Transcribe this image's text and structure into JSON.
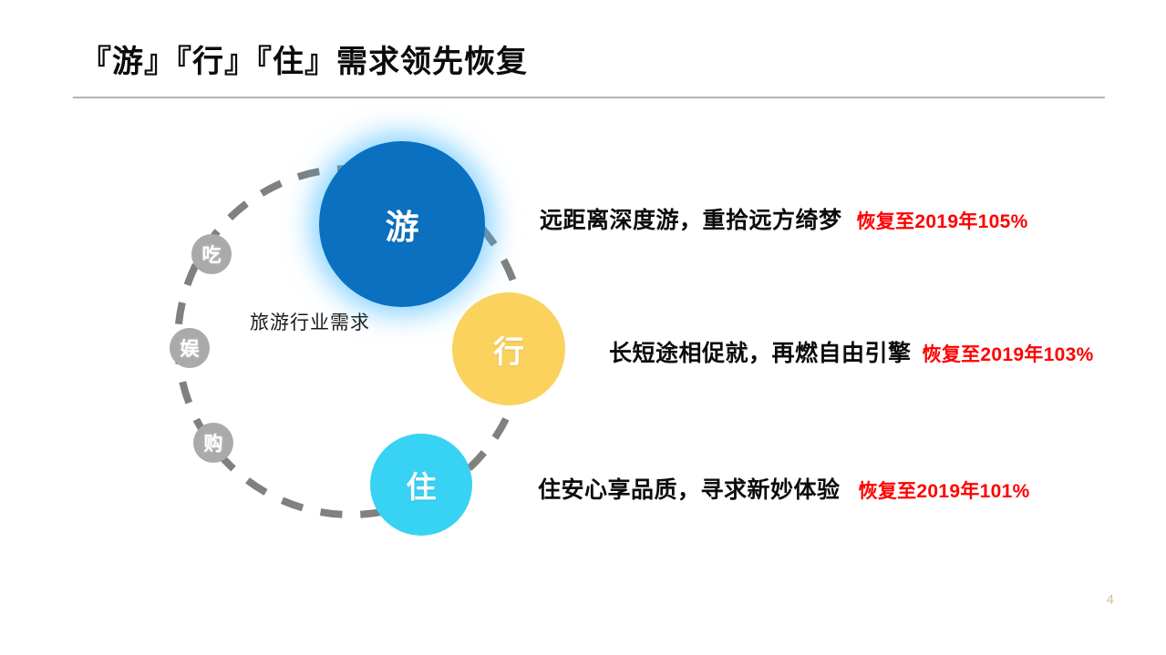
{
  "slide": {
    "title": "『游』『行』『住』需求领先恢复",
    "page_number": "4"
  },
  "diagram": {
    "center_label": "旅游行业需求",
    "primary_nodes": [
      {
        "id": "you",
        "label": "游",
        "color": "#0a70bf",
        "glow": "#33b5ff"
      },
      {
        "id": "xing",
        "label": "行",
        "color": "#fad25d",
        "glow": ""
      },
      {
        "id": "zhu",
        "label": "住",
        "color": "#38d2f4",
        "glow": ""
      }
    ],
    "secondary_nodes": [
      {
        "id": "chi",
        "label": "吃",
        "color": "#aaaaaa"
      },
      {
        "id": "yu",
        "label": "娱",
        "color": "#aaaaaa"
      },
      {
        "id": "gou",
        "label": "购",
        "color": "#aaaaaa"
      }
    ],
    "ring": {
      "style": "dashed",
      "color": "#808080"
    }
  },
  "rows": [
    {
      "id": "you",
      "text": "远距离深度游，重拾远方绮梦",
      "stat": "恢复至2019年105%",
      "stat_color": "#fe0000"
    },
    {
      "id": "xing",
      "text": "长短途相促就，再燃自由引擎",
      "stat": "恢复至2019年103%",
      "stat_color": "#fe0000"
    },
    {
      "id": "zhu",
      "text": "住安心享品质，寻求新妙体验",
      "stat": "恢复至2019年101%",
      "stat_color": "#fe0000"
    }
  ]
}
